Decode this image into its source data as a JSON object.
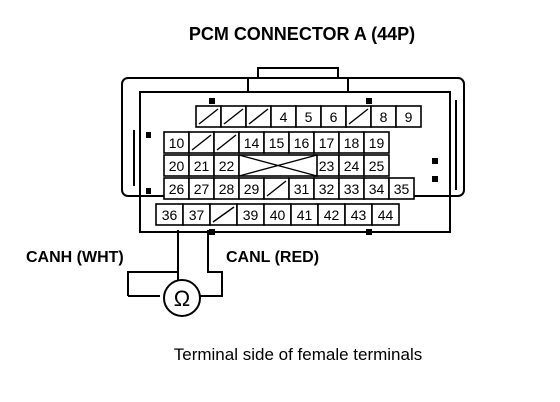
{
  "title": "PCM CONNECTOR A (44P)",
  "probe_left_label": "CANH (WHT)",
  "probe_right_label": "CANL (RED)",
  "meter_symbol": "Ω",
  "caption": "Terminal side of female terminals",
  "rows": [
    [
      "",
      "",
      "",
      "4",
      "5",
      "6",
      "",
      "8",
      "9"
    ],
    [
      "10",
      "",
      "",
      "14",
      "15",
      "16",
      "17",
      "18",
      "19"
    ],
    [
      "20",
      "21",
      "22",
      "",
      "",
      "",
      "23",
      "24",
      "25"
    ],
    [
      "26",
      "27",
      "28",
      "29",
      "",
      "31",
      "32",
      "33",
      "34",
      "35"
    ],
    [
      "36",
      "37",
      "",
      "39",
      "40",
      "41",
      "42",
      "43",
      "44"
    ]
  ]
}
